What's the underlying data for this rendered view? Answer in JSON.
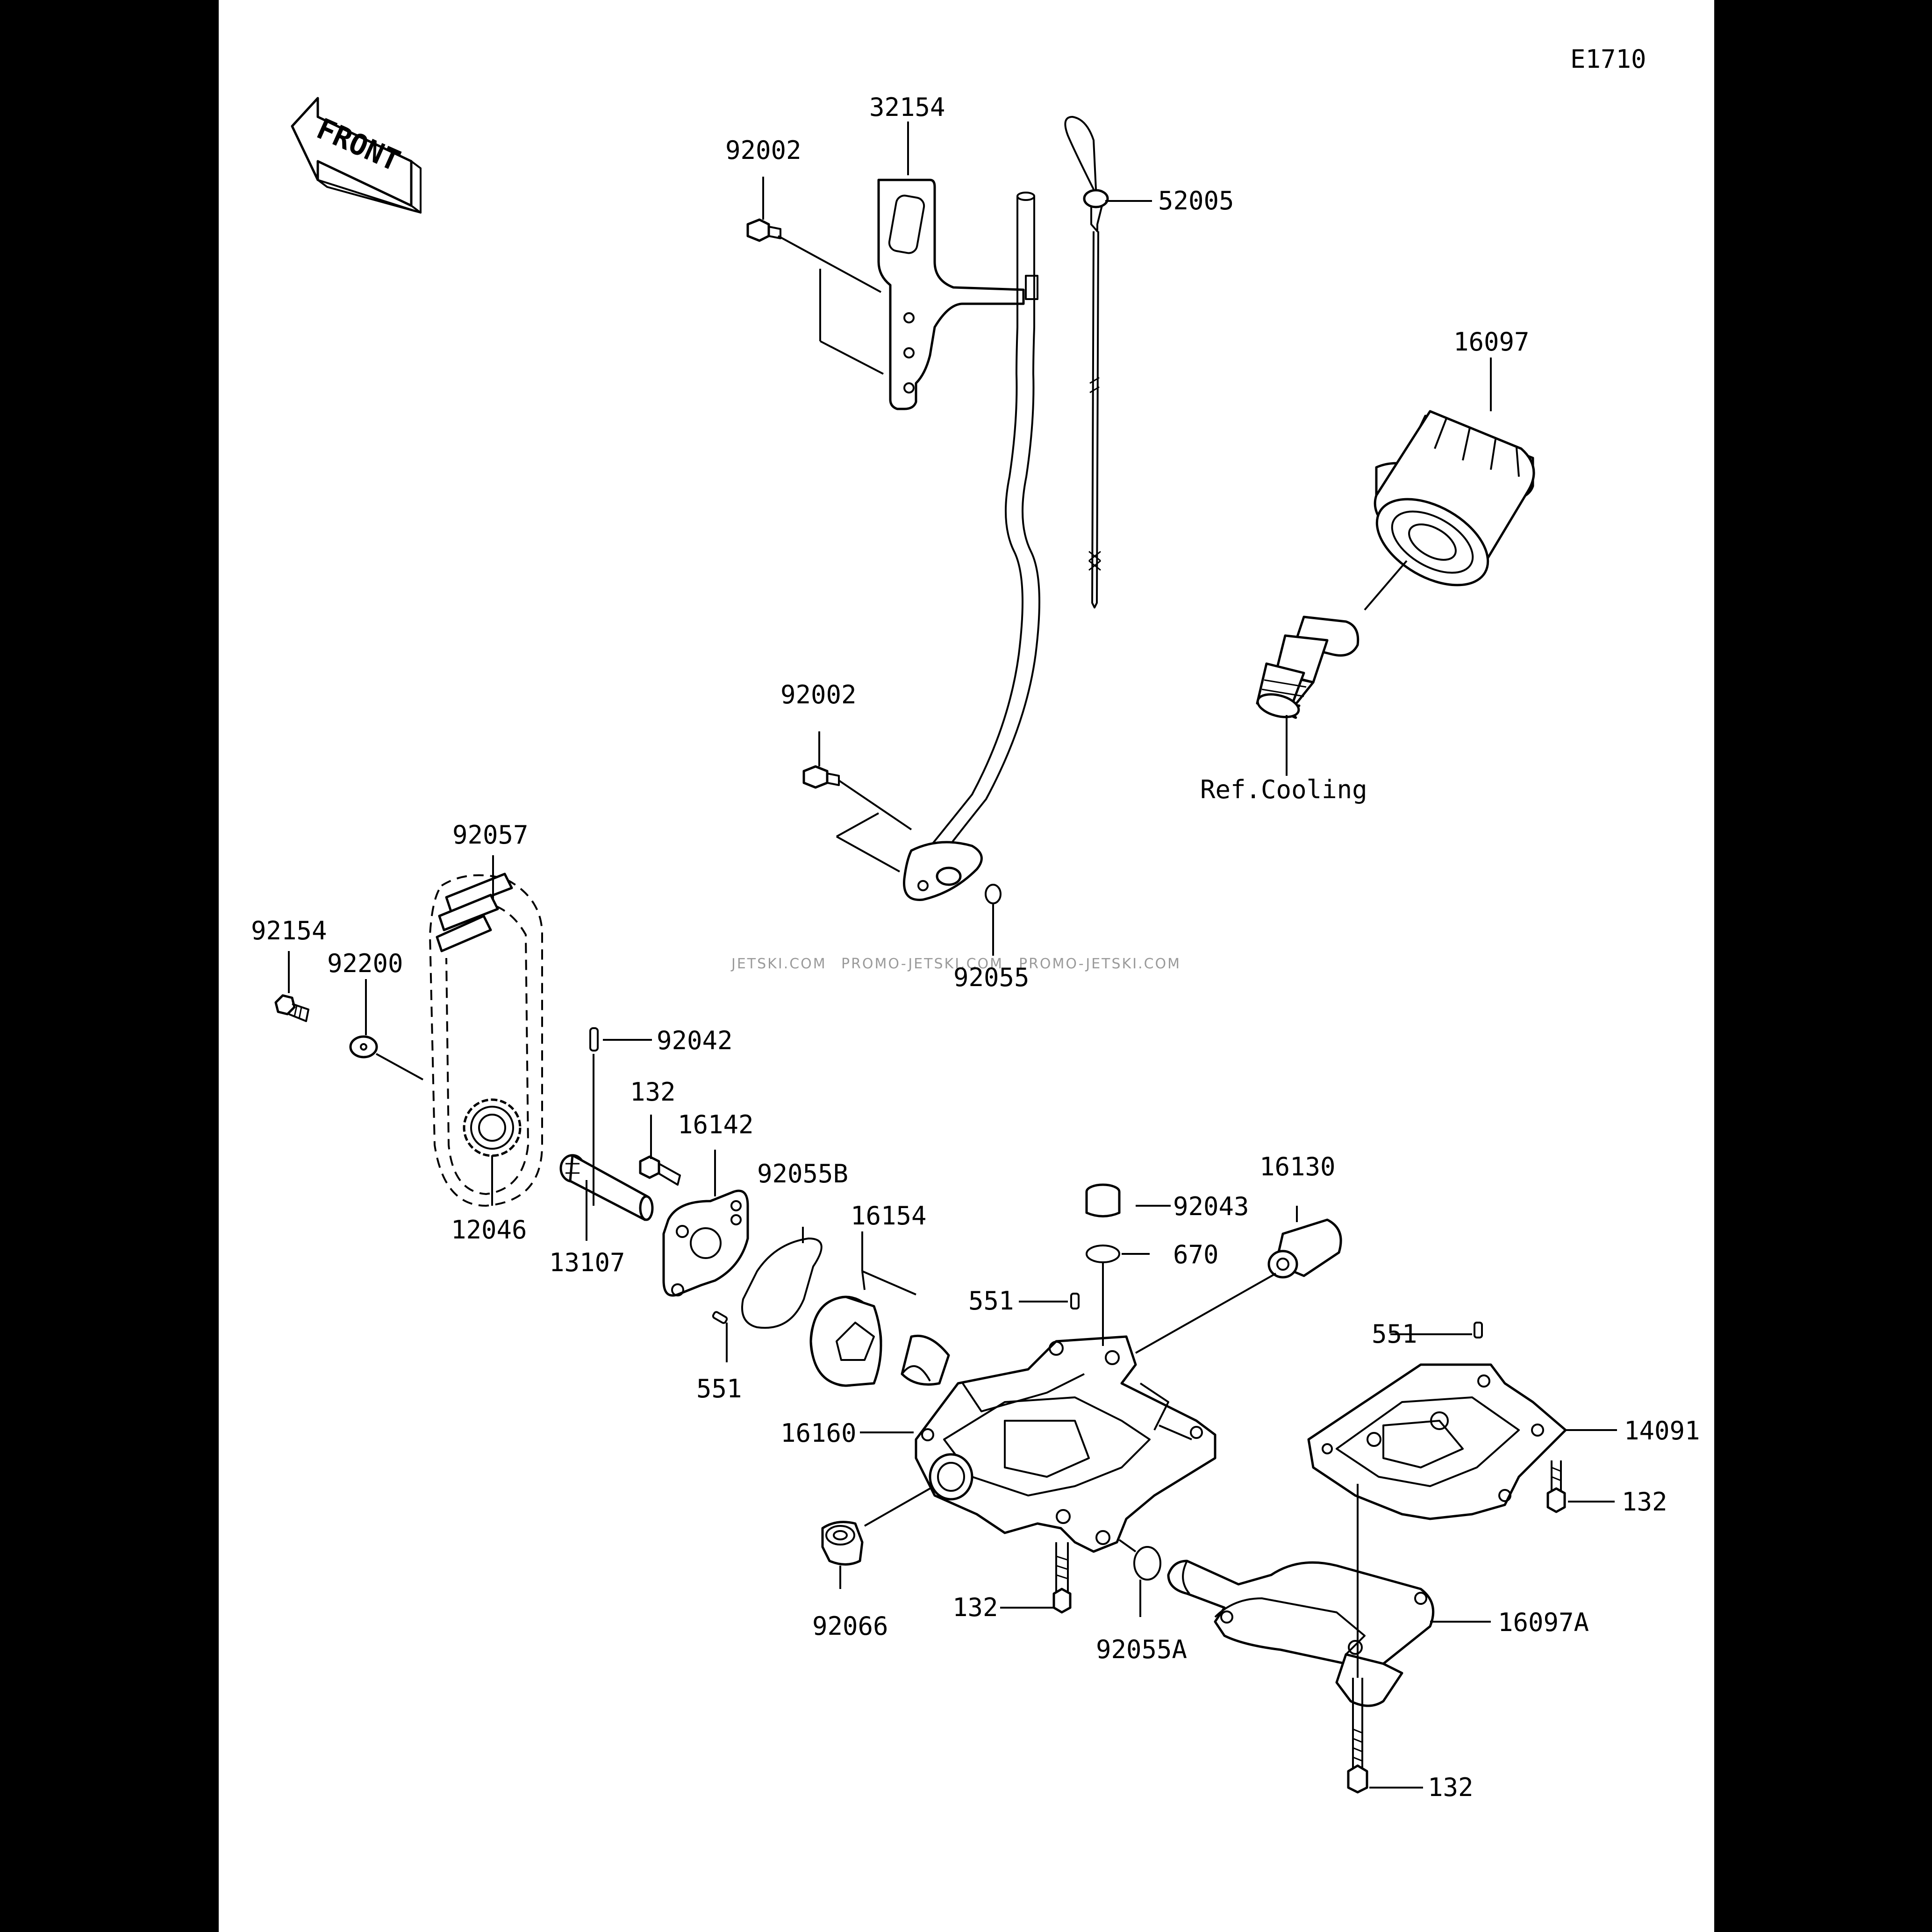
{
  "diagram": {
    "code": "E1710",
    "front_label": "FRONT",
    "ref_label": "Ref.Cooling",
    "watermark": [
      "JETSKI.COM",
      "PROMO-JETSKI.COM",
      "PROMO-JETSKI.COM"
    ],
    "callouts": {
      "p32154": "32154",
      "p92002a": "92002",
      "p52005": "52005",
      "p16097": "16097",
      "p92002b": "92002",
      "p92055": "92055",
      "p92057": "92057",
      "p92154": "92154",
      "p92200": "92200",
      "p92042": "92042",
      "p132a": "132",
      "p16142": "16142",
      "p92055B": "92055B",
      "p16154": "16154",
      "p12046": "12046",
      "p13107": "13107",
      "p16130": "16130",
      "p92043": "92043",
      "p670": "670",
      "p551a": "551",
      "p551b": "551",
      "p551c": "551",
      "p16160": "16160",
      "p14091": "14091",
      "p132b": "132",
      "p132c": "132",
      "p92066": "92066",
      "p92055A": "92055A",
      "p16097A": "16097A",
      "p132d": "132"
    }
  }
}
